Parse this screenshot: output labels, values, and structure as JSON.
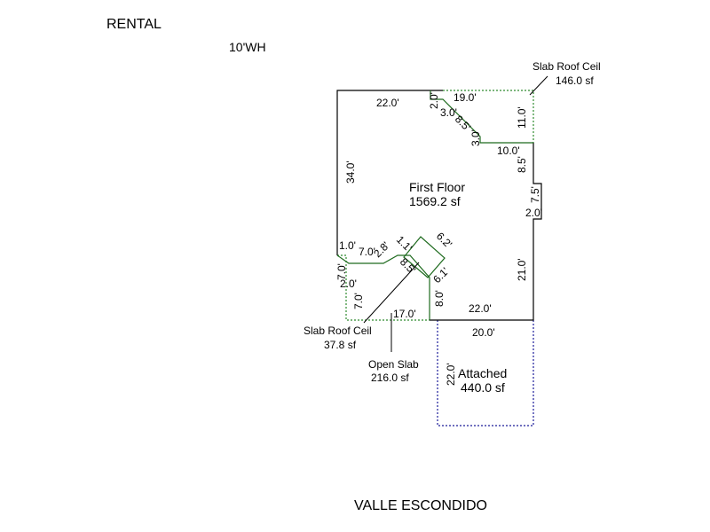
{
  "header": {
    "title": "RENTAL",
    "subtitle": "10'WH"
  },
  "footer": {
    "location": "VALLE ESCONDIDO"
  },
  "areas": {
    "first_floor": {
      "name": "First Floor",
      "size": "1569.2 sf"
    },
    "attached": {
      "name": "Attached",
      "size": "440.0 sf"
    },
    "slab_roof_top": {
      "name": "Slab Roof Ceil",
      "size": "146.0 sf"
    },
    "slab_roof_bottom": {
      "name": "Slab Roof Ceil",
      "size": "37.8 sf"
    },
    "open_slab": {
      "name": "Open Slab",
      "size": "216.0 sf"
    }
  },
  "dims": {
    "top_22": "22.0'",
    "top_2": "2.0'",
    "top_19": "19.0'",
    "top_3": "3.0'",
    "diag_85a": "8.5'",
    "v_3": "3.0'",
    "right_11": "11.0'",
    "h_10": "10.0'",
    "v_85": "8.5'",
    "bump_75": "7.5'",
    "bump_2": "2.0'",
    "left_34": "34.0'",
    "step_1": "1.0'",
    "step_7": "7.0'",
    "diag_28": "2.8'",
    "diag_11": "1.1'",
    "box_62": "6.2'",
    "box_85": "8.5'",
    "box_61": "6.1'",
    "right_21": "21.0'",
    "left_7a": "7.0'",
    "left_2": "2.0'",
    "left_7b": "7.0'",
    "v_8": "8.0'",
    "bot_17": "17.0'",
    "bot_22": "22.0'",
    "gar_20": "20.0'",
    "gar_22": "22.0'"
  },
  "colors": {
    "first_floor": "#000000",
    "slab_roof": "#2e8b2e",
    "interior": "#1f6b1f",
    "attached": "#1a1a99"
  }
}
